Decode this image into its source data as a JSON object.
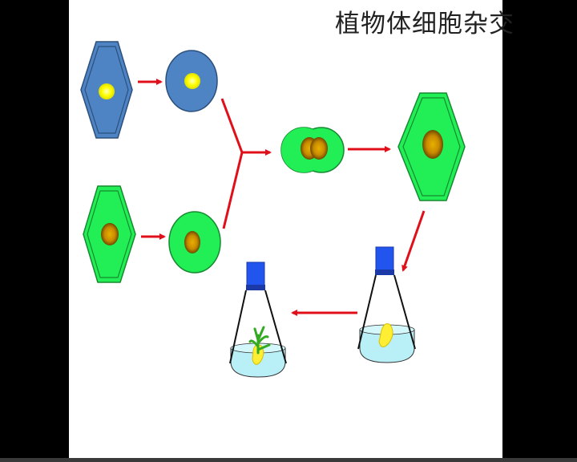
{
  "title": "植物体细胞杂交",
  "colors": {
    "cell_a_fill": "#4f84c4",
    "cell_a_stroke": "#2b4f7c",
    "cell_b_fill": "#22ee55",
    "cell_b_stroke": "#158a30",
    "nucleus_a": "#ffff00",
    "nucleus_b": "#c88a00",
    "arrow": "#e0101a",
    "flask_cap": "#2255ee",
    "medium": "#b9f0f8",
    "callus": "#ffee33",
    "sprout": "#33aa22"
  },
  "stages": [
    {
      "id": "cell-a",
      "name": "plant-cell-a"
    },
    {
      "id": "protoplast-a",
      "name": "protoplast-a"
    },
    {
      "id": "cell-b",
      "name": "plant-cell-b"
    },
    {
      "id": "protoplast-b",
      "name": "protoplast-b"
    },
    {
      "id": "fusing",
      "name": "fusing-protoplasts"
    },
    {
      "id": "hybrid",
      "name": "hybrid-cell"
    },
    {
      "id": "callus-flask",
      "name": "callus-culture-flask"
    },
    {
      "id": "plantlet-flask",
      "name": "plantlet-culture-flask"
    }
  ]
}
